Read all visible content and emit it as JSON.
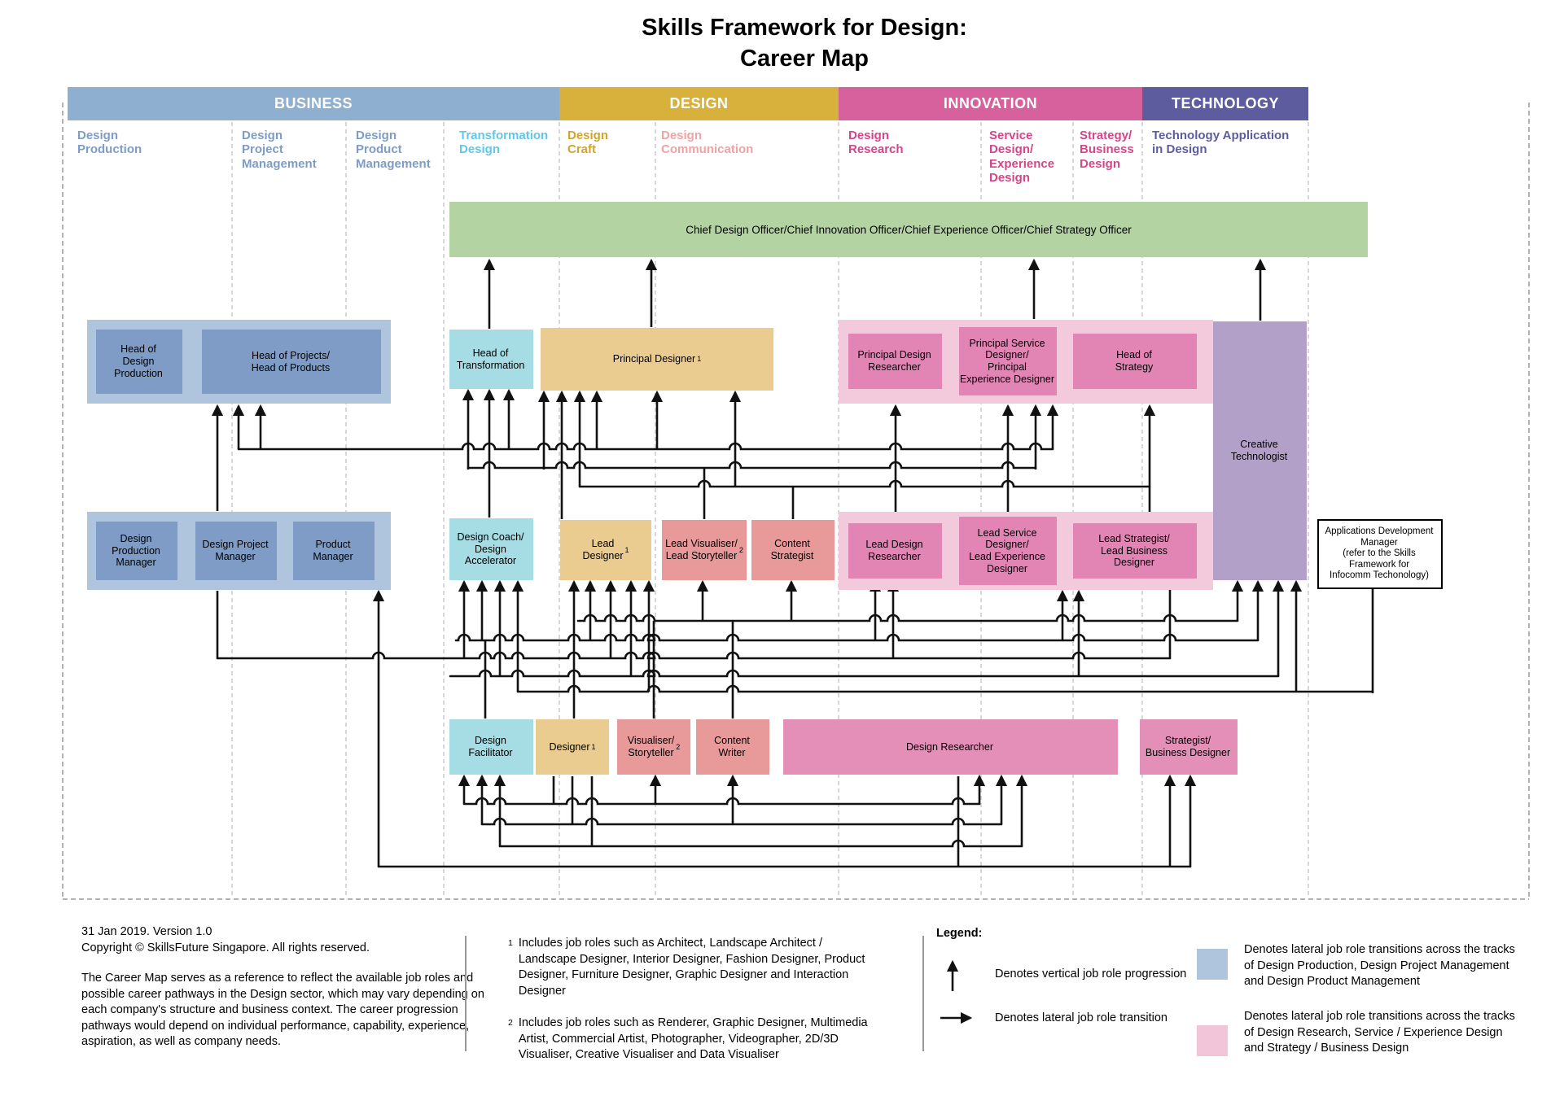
{
  "title": {
    "line1": "Skills Framework for Design:",
    "line2": "Career Map"
  },
  "tracks": {
    "business": {
      "label": "BUSINESS"
    },
    "design": {
      "label": "DESIGN"
    },
    "innovation": {
      "label": "INNOVATION"
    },
    "technology": {
      "label": "TECHNOLOGY"
    }
  },
  "columns": [
    {
      "label": "Design\nProduction"
    },
    {
      "label": "Design\nProject\nManagement"
    },
    {
      "label": "Design\nProduct\nManagement"
    },
    {
      "label": "Transformation\nDesign"
    },
    {
      "label": "Design\nCraft"
    },
    {
      "label": "Design\nCommunication"
    },
    {
      "label": "Design\nResearch"
    },
    {
      "label": "Service\nDesign/\nExperience\nDesign"
    },
    {
      "label": "Strategy/\nBusiness\nDesign"
    },
    {
      "label": "Technology Application\nin Design"
    }
  ],
  "banner": {
    "label": "Chief Design Officer/Chief Innovation Officer/Chief Experience Officer/Chief Strategy Officer"
  },
  "boxes": {
    "head_design_production": {
      "label": "Head of\nDesign\nProduction"
    },
    "head_projects": {
      "label": "Head of Projects/\nHead of Products"
    },
    "head_transformation": {
      "label": "Head of\nTransformation"
    },
    "principal_designer": {
      "label": "Principal Designer",
      "sup": "1"
    },
    "principal_design_researcher": {
      "label": "Principal Design\nResearcher"
    },
    "principal_service_designer": {
      "label": "Principal Service\nDesigner/\nPrincipal\nExperience Designer"
    },
    "head_of_strategy": {
      "label": "Head of\nStrategy"
    },
    "creative_technologist": {
      "label": "Creative\nTechnologist"
    },
    "design_production_manager": {
      "label": "Design\nProduction\nManager"
    },
    "design_project_manager": {
      "label": "Design Project\nManager"
    },
    "product_manager": {
      "label": "Product\nManager"
    },
    "design_coach": {
      "label": "Design Coach/\nDesign\nAccelerator"
    },
    "lead_designer": {
      "label": "Lead\nDesigner",
      "sup": "1"
    },
    "lead_visualiser": {
      "label": "Lead Visualiser/\nLead Storyteller",
      "sup": "2"
    },
    "content_strategist": {
      "label": "Content\nStrategist"
    },
    "lead_design_researcher": {
      "label": "Lead Design\nResearcher"
    },
    "lead_service_designer": {
      "label": "Lead Service\nDesigner/\nLead Experience\nDesigner"
    },
    "lead_strategist": {
      "label": "Lead Strategist/\nLead Business\nDesigner"
    },
    "applications_development_manager": {
      "label": "Applications Development\nManager\n(refer to the Skills\nFramework for\nInfocomm Techonology)"
    },
    "design_facilitator": {
      "label": "Design\nFacilitator"
    },
    "designer": {
      "label": "Designer",
      "sup": "1"
    },
    "visualiser": {
      "label": "Visualiser/\nStoryteller",
      "sup": "2"
    },
    "content_writer": {
      "label": "Content\nWriter"
    },
    "design_researcher": {
      "label": "Design Researcher"
    },
    "strategist_business_designer": {
      "label": "Strategist/\nBusiness Designer"
    }
  },
  "footer": {
    "date_version": "31 Jan 2019. Version 1.0",
    "copyright": "Copyright © SkillsFuture Singapore. All rights reserved.",
    "paragraph": "The Career Map serves as a reference to reflect the available job roles and possible career pathways in the Design sector, which may vary depending on each company's structure and business context. The career progression pathways would depend on individual performance, capability, experience, aspiration, as well as company needs."
  },
  "footnotes": [
    {
      "num": "1",
      "text": "Includes job roles such as Architect, Landscape Architect / Landscape Designer, Interior Designer, Fashion Designer, Product Designer, Furniture Designer, Graphic Designer and Interaction Designer"
    },
    {
      "num": "2",
      "text": "Includes job roles such as Renderer, Graphic Designer, Multimedia Artist, Commercial Artist, Photographer, Videographer, 2D/3D Visualiser, Creative Visualiser and Data Visualiser"
    }
  ],
  "legend": {
    "title": "Legend:",
    "vertical": "Denotes vertical job role progression",
    "lateral": "Denotes lateral job role transition",
    "blue_note": "Denotes lateral job role transitions across the tracks of Design Production, Design Project Management and Design Product Management",
    "pink_note": "Denotes lateral job role transitions across the tracks of Design Research, Service / Experience Design and Strategy / Business Design"
  },
  "colors": {
    "business_band": "#8FAFD0",
    "business_box": "#7E9CC6",
    "business_container": "#AFC4DD",
    "transformation_box": "#A6DCE4",
    "design_band": "#D8B13C",
    "design_box": "#EACB90",
    "communication_box": "#E89A9A",
    "innovation_band": "#D6619D",
    "innovation_box": "#E285B5",
    "innovation_container": "#F3CADC",
    "technology_band": "#5D5C9F",
    "technology_box": "#B2A0C8",
    "banner_green": "#B3D3A2"
  }
}
